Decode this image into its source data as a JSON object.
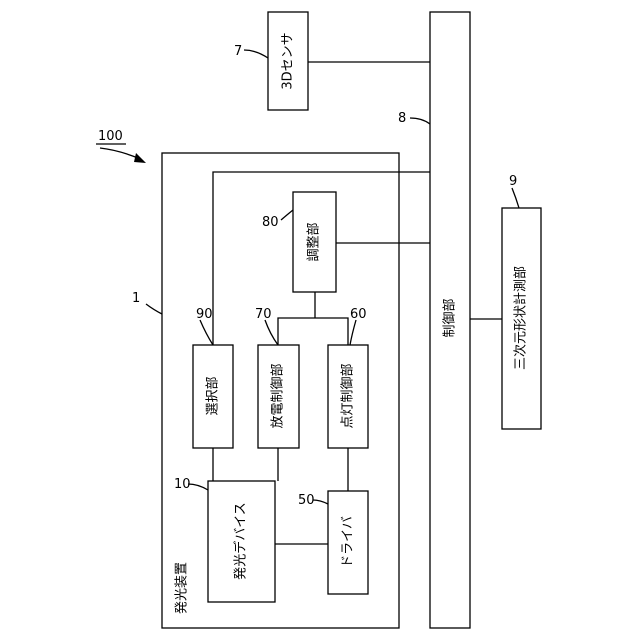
{
  "figure_ref": "100",
  "device": {
    "number": "1",
    "label": "発光装置"
  },
  "blocks": {
    "sensor": {
      "number": "7",
      "label": "3Dセンサ"
    },
    "controller": {
      "number": "8",
      "label": "制御部"
    },
    "measurement": {
      "number": "9",
      "label": "三次元形状計測部"
    },
    "adjuster": {
      "number": "80",
      "label": "調整部"
    },
    "selector": {
      "number": "90",
      "label": "選択部"
    },
    "discharge": {
      "number": "70",
      "label": "放電制御部"
    },
    "lighting": {
      "number": "60",
      "label": "点灯制御部"
    },
    "emitter": {
      "number": "10",
      "label": "発光デバイス"
    },
    "driver": {
      "number": "50",
      "label": "ドライバ"
    }
  }
}
